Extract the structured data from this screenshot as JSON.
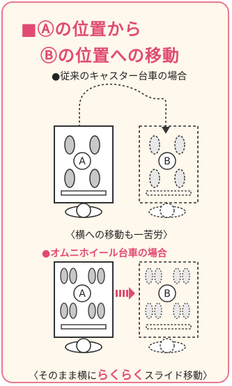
{
  "title_line1": "■Ⓐの位置から",
  "title_line2": "Ⓑの位置への移動",
  "section1_heading": "●従来のキャスター台車の場合",
  "section1_caption": "〈横への移動も一苦労〉",
  "section2_heading": "●オムニホイール台車の場合",
  "section2_caption_prefix": "〈そのまま横に",
  "section2_caption_emphasis": "らくらく",
  "section2_caption_suffix": "スライド移動〉",
  "cart_label_a": "A",
  "cart_label_b": "B",
  "colors": {
    "accent": "#e04a73",
    "border": "#e8788f",
    "background": "#fff8ec"
  }
}
